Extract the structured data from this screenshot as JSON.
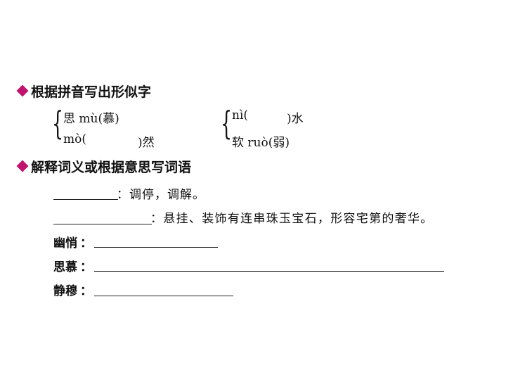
{
  "section1": {
    "title": "根据拼音写出形似字",
    "pair1": {
      "top": "思 mù(慕)",
      "bottom_prefix": "mò(",
      "bottom_suffix": ")然"
    },
    "pair2": {
      "top_prefix": "nì(",
      "top_suffix": ")水",
      "bottom": "软 ruò(弱)"
    }
  },
  "section2": {
    "title": "解释词义或根据意思写词语",
    "def1": "：调停，调解。",
    "def2": "：悬挂、装饰有连串珠玉宝石，形容宅第的奢华。",
    "terms": [
      {
        "label": "幽悄"
      },
      {
        "label": "思慕"
      },
      {
        "label": "静穆"
      }
    ],
    "colon": "："
  },
  "colors": {
    "bullet": "#c0136d",
    "text": "#111111"
  },
  "icons": {
    "bullet": "diamond-bullet-icon"
  }
}
